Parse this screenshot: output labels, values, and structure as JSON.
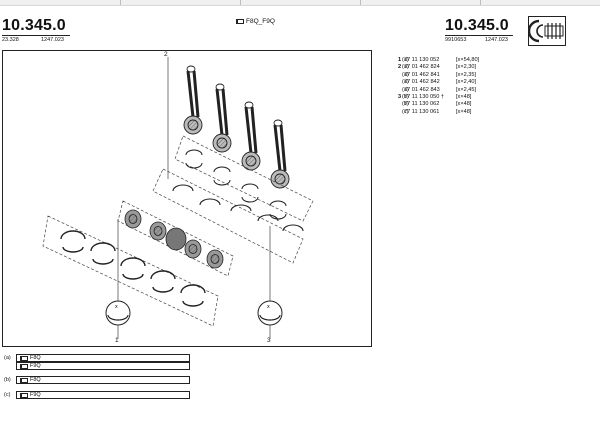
{
  "header": {
    "left_code": "10.345.0",
    "left_sub1": "23.328",
    "left_sub2": "1247.023",
    "engine_title": "F8Q_F9Q",
    "right_code": "10.345.0",
    "right_sub1": "9910653",
    "right_sub2": "1247.023",
    "logo_icon": "engine-crankshaft-logo-icon"
  },
  "diagram": {
    "callouts": [
      "2",
      "1",
      "3"
    ],
    "size_marker": "x"
  },
  "parts_list": [
    {
      "no": "1",
      "ref": "77 11 130 052",
      "dim": "[x×54,80]",
      "appl": "(a)"
    },
    {
      "no": "2",
      "ref": "77 01 462 824",
      "dim": "[x×2,30]",
      "appl": "(a)"
    },
    {
      "no": "",
      "ref": "77 01 462 841",
      "dim": "[x×2,35]",
      "appl": "(a)"
    },
    {
      "no": "",
      "ref": "77 01 462 842",
      "dim": "[x×2,40]",
      "appl": "(a)"
    },
    {
      "no": "",
      "ref": "77 01 462 843",
      "dim": "[x×2,45]",
      "appl": "(a)"
    },
    {
      "no": "3",
      "ref": "77 11 130 050 †",
      "dim": "[x×48]",
      "appl": "(b)"
    },
    {
      "no": "",
      "ref": "77 11 130 062",
      "dim": "[x×48]",
      "appl": "(b)"
    },
    {
      "no": "",
      "ref": "77 11 130 061",
      "dim": "[x×48]",
      "appl": "(c)"
    }
  ],
  "applications": [
    {
      "tag": "(a)",
      "codes": [
        "F8Q",
        "F9Q"
      ]
    },
    {
      "tag": "(b)",
      "codes": [
        "F8Q"
      ]
    },
    {
      "tag": "(c)",
      "codes": [
        "F9Q"
      ]
    }
  ]
}
